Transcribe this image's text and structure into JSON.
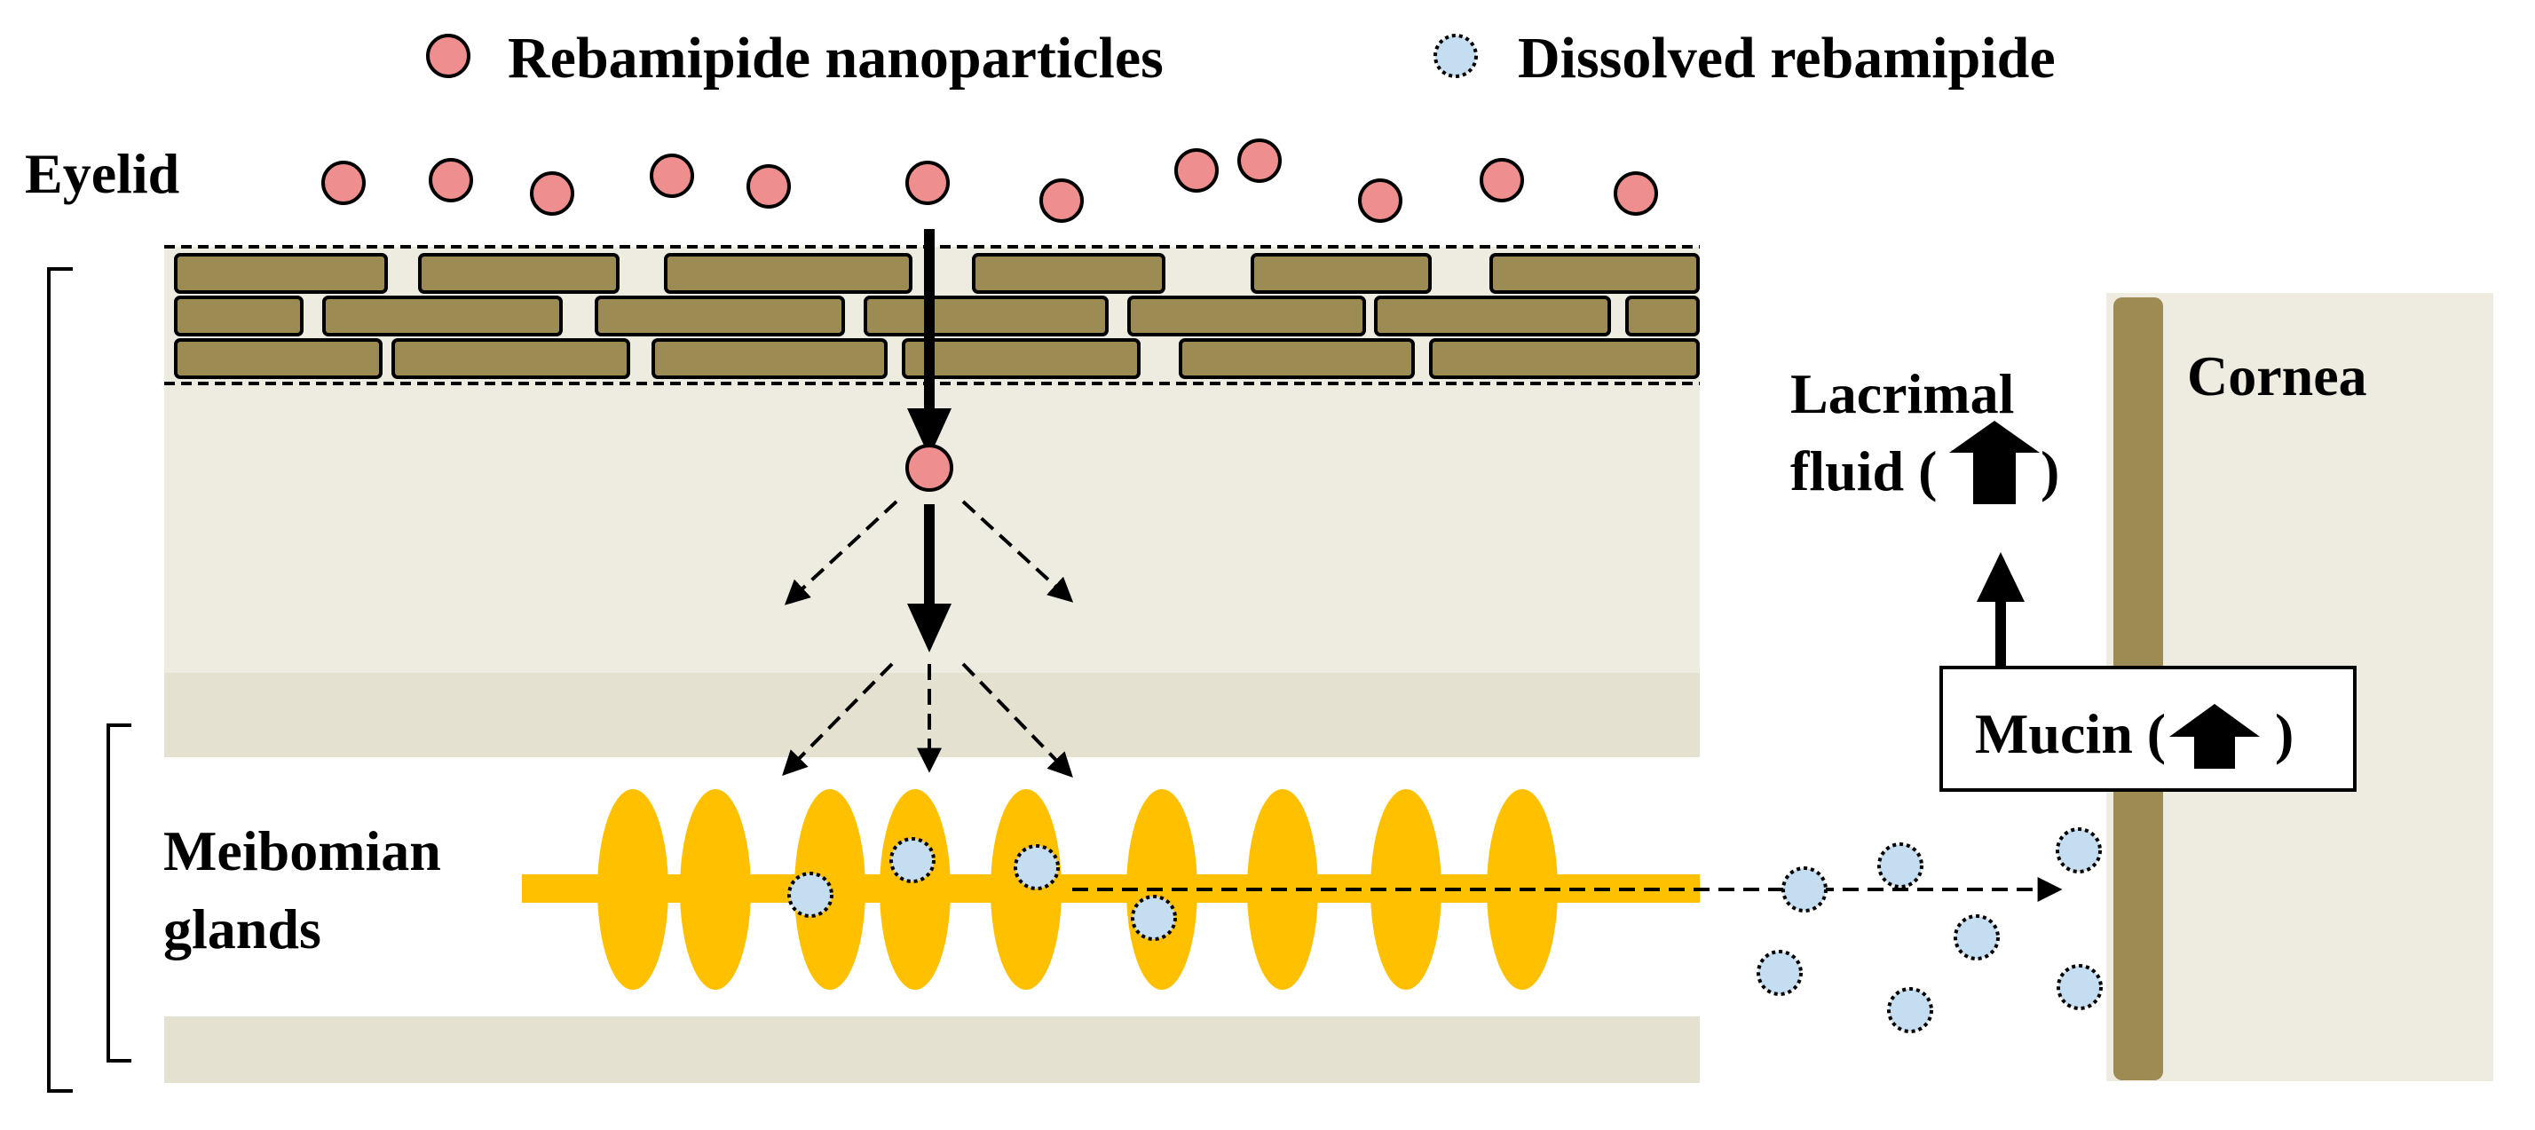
{
  "legend": {
    "nanoparticles": "Rebamipide nanoparticles",
    "dissolved": "Dissolved rebamipide"
  },
  "labels": {
    "eyelid": "Eyelid",
    "meibomian_line1": "Meibomian",
    "meibomian_line2": "glands",
    "cornea": "Cornea",
    "lacrimal_line1": "Lacrimal",
    "lacrimal_line2": "fluid (",
    "lacrimal_close": ")",
    "mucin": "Mucin (",
    "mucin_close": ")"
  },
  "icons": {
    "nanoparticle": "pink-circle-icon",
    "dissolved": "blue-dotted-circle-icon",
    "increase": "up-arrow-icon"
  },
  "colors": {
    "nanoparticle_fill": "#EF8E8E",
    "dissolved_fill": "#C5DDF1",
    "gland_fill": "#FFC000",
    "brick_fill": "#9C8B52",
    "tissue_fill": "#EEEBE0",
    "tissue_dark": "#E5E1D1",
    "cornea_fill": "#9C8B52",
    "cornea_bg": "#EEEBE0"
  }
}
